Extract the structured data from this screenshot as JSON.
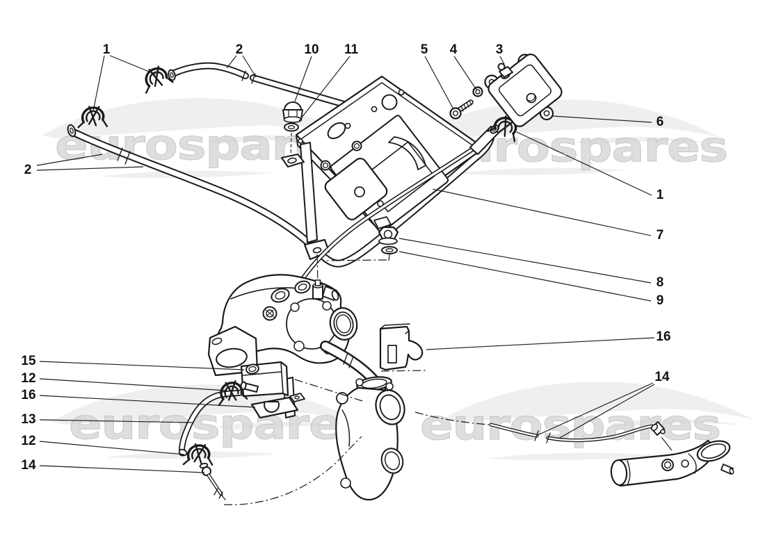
{
  "page": {
    "background": "#ffffff"
  },
  "watermark": {
    "text": "eurospares",
    "text_color": "#d6d6d6",
    "swoosh_color": "#e4e4e4",
    "instances": 4
  },
  "diagram": {
    "type": "exploded-parts-drawing",
    "line_color": "#1a1a1a",
    "label_color": "#111111",
    "callouts": [
      {
        "id": "clips-top-left",
        "label": "1"
      },
      {
        "id": "hose-top",
        "label": "2"
      },
      {
        "id": "cap-nut",
        "label": "10"
      },
      {
        "id": "washer-cap-nut",
        "label": "11"
      },
      {
        "id": "bolt",
        "label": "5"
      },
      {
        "id": "washer-bolt",
        "label": "4"
      },
      {
        "id": "union-fitting",
        "label": "3"
      },
      {
        "id": "hose-left",
        "label": "2"
      },
      {
        "id": "cover-plate",
        "label": "6"
      },
      {
        "id": "clip-right",
        "label": "1"
      },
      {
        "id": "pipe",
        "label": "7"
      },
      {
        "id": "flange-nut",
        "label": "8"
      },
      {
        "id": "washer-nut",
        "label": "9"
      },
      {
        "id": "support-bracket-r",
        "label": "16"
      },
      {
        "id": "vacuum-tube-right",
        "label": "14"
      },
      {
        "id": "solenoid-valve",
        "label": "15"
      },
      {
        "id": "clip-valve",
        "label": "12"
      },
      {
        "id": "support-bracket-l",
        "label": "16"
      },
      {
        "id": "valve-hose",
        "label": "13"
      },
      {
        "id": "clip-hose-lower",
        "label": "12"
      },
      {
        "id": "tee-fitting",
        "label": "14"
      }
    ]
  }
}
